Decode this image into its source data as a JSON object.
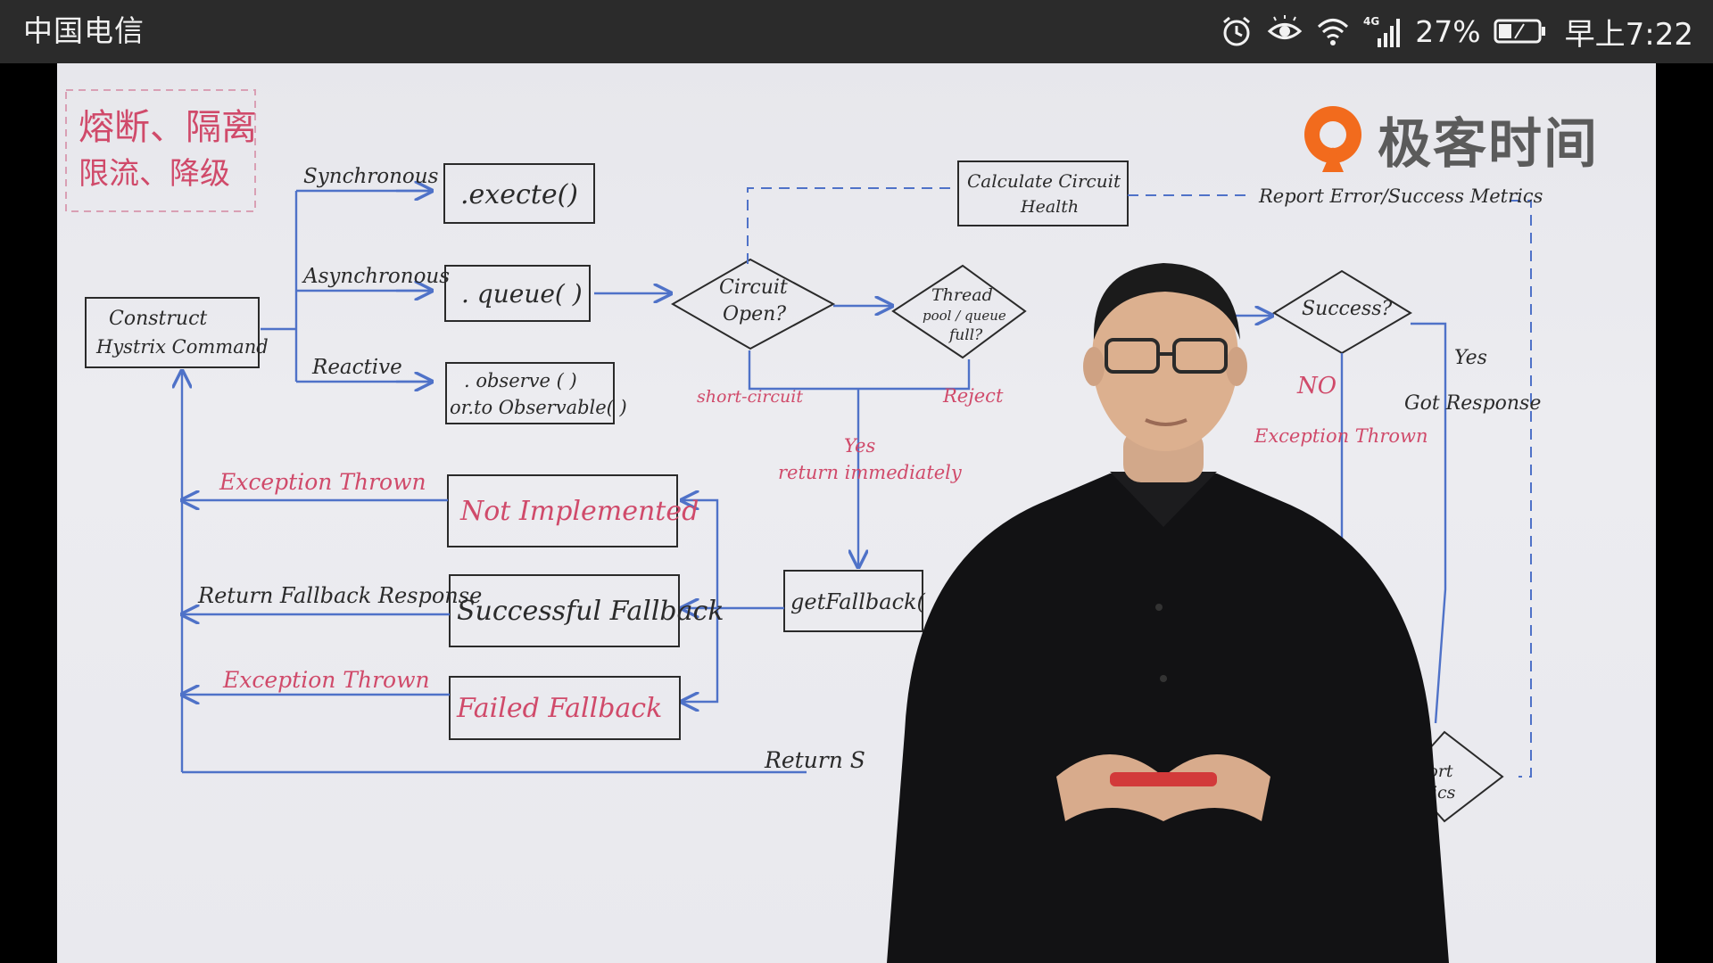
{
  "status_bar": {
    "carrier": "中国电信",
    "network_badge": "4G",
    "battery_percent": "27%",
    "time": "早上7:22",
    "icons": [
      "alarm-icon",
      "eye-comfort-icon",
      "wifi-icon",
      "cellular-signal-icon",
      "battery-icon"
    ]
  },
  "video": {
    "brand_name": "极客时间",
    "whiteboard": {
      "topic_line1": "熔断、隔离",
      "topic_line2": "限流、降级",
      "construct_line1": "Construct",
      "construct_line2": "Hystrix Command",
      "label_synchronous": "Synchronous",
      "label_asynchronous": "Asynchronous",
      "label_reactive": "Reactive",
      "box_execute": ".execte()",
      "box_queue": ". queue( )",
      "box_observe_line1": ". observe ( )",
      "box_observe_line2": "or.to Observable( )",
      "circuit_open_line1": "Circuit",
      "circuit_open_line2": "Open?",
      "thread_pool_line1": "Thread",
      "thread_pool_line2": "pool / queue",
      "thread_pool_line3": "full?",
      "calc_health_line1": "Calculate Circuit",
      "calc_health_line2": "Health",
      "report_metrics_top": "Report Error/Success Metrics",
      "success_q": "Success?",
      "label_yes_right": "Yes",
      "label_got_response": "Got Response",
      "label_no": "NO",
      "label_exception_right": "Exception Thrown",
      "label_short_circuit": "short-circuit",
      "label_reject": "Reject",
      "label_yes_mid": "Yes",
      "label_return_immediately": "return immediately",
      "box_get_fallback": "getFallback(",
      "box_not_implemented": "Not Implemented",
      "box_successful_fallback": "Successful Fallback",
      "box_failed_fallback": "Failed Fallback",
      "label_exception_1": "Exception Thrown",
      "label_return_fallback": "Return Fallback Response",
      "label_exception_2": "Exception Thrown",
      "label_return_bottom": "Return S",
      "report_metrics_bottom_line1": "eport",
      "report_metrics_bottom_line2": "etrics"
    }
  },
  "colors": {
    "status_bar_bg": "#2b2b2b",
    "marker_black": "#2a2a2a",
    "marker_red": "#d04a6a",
    "marker_blue": "#4f72c8",
    "brand_orange": "#f26b1d"
  }
}
